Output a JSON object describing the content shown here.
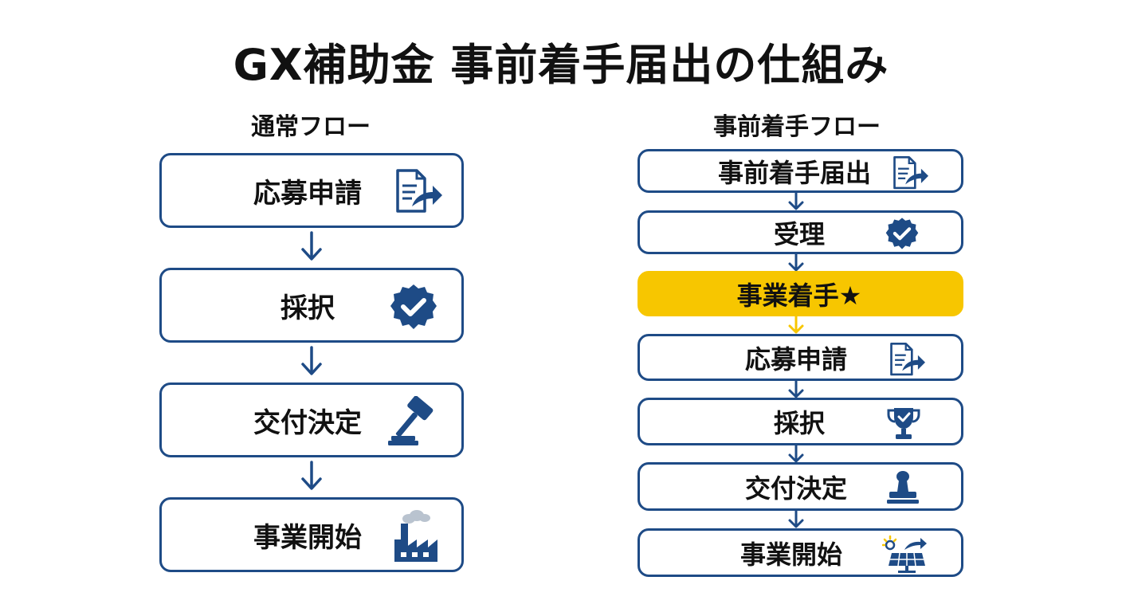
{
  "title": "GX補助金 事前着手届出の仕組み",
  "left": {
    "heading": "通常フロー",
    "steps": [
      "応募申請",
      "採択",
      "交付決定",
      "事業開始"
    ]
  },
  "right": {
    "heading": "事前着手フロー",
    "steps": [
      "事前着手届出",
      "受理",
      "事業着手★",
      "応募申請",
      "採択",
      "交付決定",
      "事業開始"
    ]
  },
  "colors": {
    "navy": "#1e4b86",
    "highlight": "#f7c600",
    "smoke": "#b9c3cf"
  },
  "icons": {
    "left": [
      "document-send-icon",
      "verified-badge-icon",
      "gavel-icon",
      "factory-icon"
    ],
    "right": [
      "document-send-icon",
      "verified-badge-icon",
      "",
      "document-send-icon",
      "trophy-icon",
      "stamp-icon",
      "solar-panel-icon"
    ]
  }
}
